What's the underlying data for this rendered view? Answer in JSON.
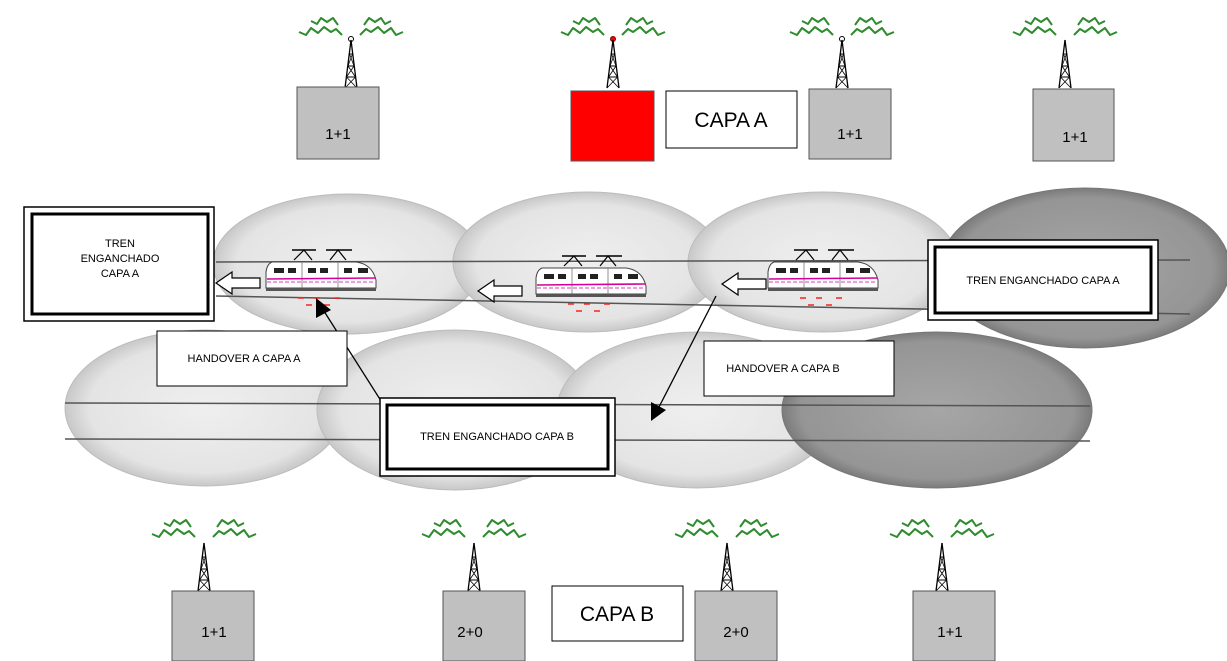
{
  "layer_a": {
    "label": "CAPA A",
    "sites": [
      {
        "capacity": "1+1",
        "status": "normal"
      },
      {
        "capacity": "",
        "status": "failed"
      },
      {
        "capacity": "1+1",
        "status": "normal"
      },
      {
        "capacity": "1+1",
        "status": "normal"
      }
    ]
  },
  "layer_b": {
    "label": "CAPA B",
    "sites": [
      {
        "capacity": "1+1"
      },
      {
        "capacity": "2+0"
      },
      {
        "capacity": "2+0"
      },
      {
        "capacity": "1+1"
      }
    ]
  },
  "labels": {
    "train_left_line1": "TREN",
    "train_left_line2": "ENGANCHADO",
    "train_left_line3": "CAPA A",
    "train_right": "TREN  ENGANCHADO CAPA A",
    "train_center": "TREN  ENGANCHADO CAPA B",
    "handover_a": "HANDOVER A CAPA A",
    "handover_b": "HANDOVER A CAPA B"
  },
  "colors": {
    "site_fill": "#c0c0c0",
    "failed_site": "#ff0000",
    "cell_light": "#e6e6e6",
    "cell_dark": "#999999",
    "signal": "#2e8b2e",
    "train_stripe": "#d4009c"
  }
}
